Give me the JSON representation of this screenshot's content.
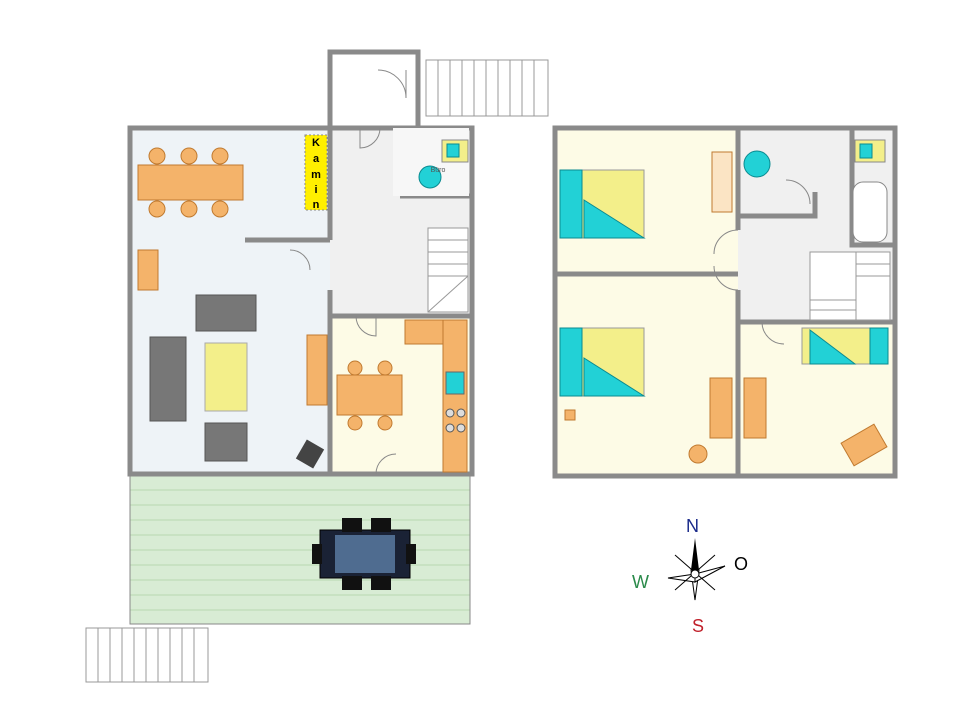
{
  "labels": {
    "fireplace": [
      "K",
      "a",
      "m",
      "i",
      "n"
    ],
    "office": "Büro"
  },
  "compass": {
    "north": "N",
    "south": "S",
    "west": "W",
    "east": "O"
  },
  "colors": {
    "living": "#eef3f7",
    "hall": "#f0f0f0",
    "bedroom": "#fdfbe6",
    "terrace": "#d8ecd4",
    "wall": "#8a8a8a",
    "furniture": "#f4b36a",
    "bed": "#f3ef8a",
    "accent": "#22d1d6",
    "north": "#1a2a8a",
    "south": "#c0202a",
    "west": "#2a8a4a"
  }
}
